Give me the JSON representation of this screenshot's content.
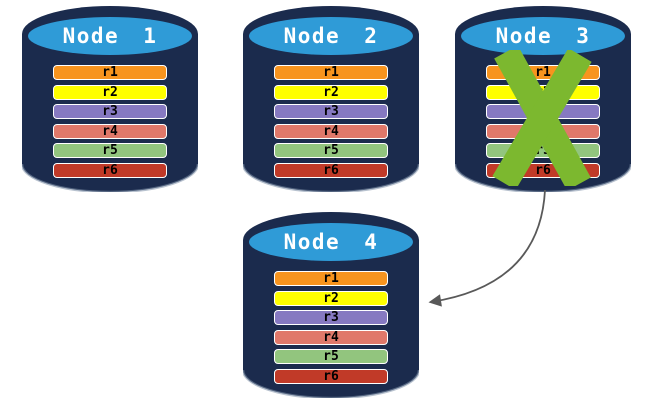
{
  "diagram": {
    "description": "Four database nodes each holding replicated rows r1-r6; Node 3 is crossed out and an arrow points from Node 3 to Node 4"
  },
  "nodes": [
    {
      "id": "node-1",
      "title": "Node 1",
      "crossed_out": false
    },
    {
      "id": "node-2",
      "title": "Node 2",
      "crossed_out": false
    },
    {
      "id": "node-3",
      "title": "Node 3",
      "crossed_out": true
    },
    {
      "id": "node-4",
      "title": "Node 4",
      "crossed_out": false
    }
  ],
  "rows": [
    {
      "label": "r1",
      "color": "#F7941E"
    },
    {
      "label": "r2",
      "color": "#FFFF00"
    },
    {
      "label": "r3",
      "color": "#8679C1"
    },
    {
      "label": "r4",
      "color": "#E0786A"
    },
    {
      "label": "r5",
      "color": "#92C57E"
    },
    {
      "label": "r6",
      "color": "#C13A28"
    }
  ],
  "cross": {
    "color": "#7CB82F",
    "on_node": "Node 3"
  },
  "arrow": {
    "color": "#595959",
    "from": "Node 3",
    "to": "Node 4"
  },
  "palette": {
    "cylinder_body": "#1B2B4D",
    "cylinder_top": "#2F9BD7",
    "title_text": "#FFFFFF",
    "row_text": "#000000",
    "row_border": "#FFFFFF",
    "background": "#FFFFFF"
  }
}
